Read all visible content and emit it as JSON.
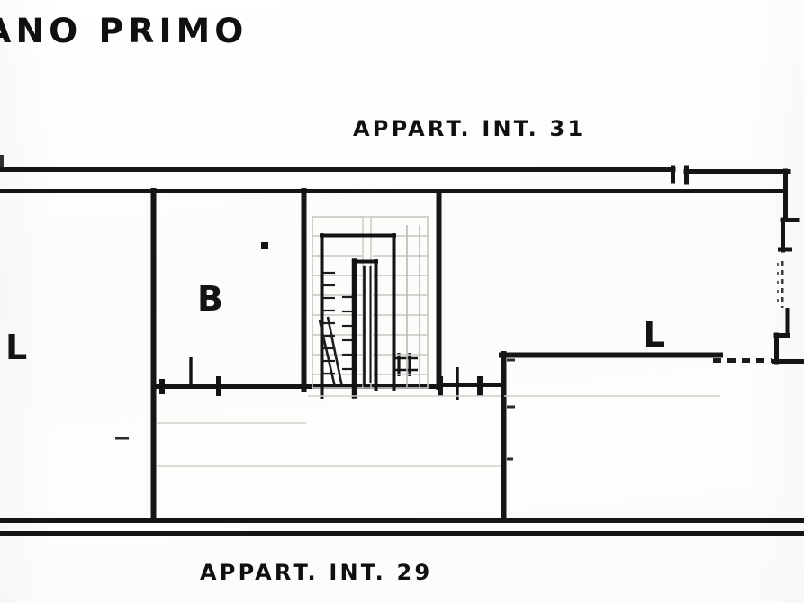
{
  "document": {
    "kind": "architectural-floor-plan-scan",
    "title": "ANO PRIMO",
    "background_color": "#fdfdfc",
    "ink_color": "#111111"
  },
  "labels": {
    "title": "ANO PRIMO",
    "apartment_top": "APPART. INT. 31",
    "apartment_bottom": "APPART. INT. 29",
    "room_b": "B",
    "room_l_left": "L",
    "room_l_right": "L"
  },
  "rooms": [
    {
      "code": "L",
      "position": "left",
      "label": "L"
    },
    {
      "code": "B",
      "position": "center-left",
      "label": "B"
    },
    {
      "code": "L",
      "position": "right",
      "label": "L"
    }
  ],
  "annotations": {
    "unit_upper": "APPART. INT. 31",
    "unit_lower": "APPART. INT. 29",
    "floor": "ANO PRIMO"
  },
  "features": {
    "stairwell": "central-stair-and-landing",
    "wall_style": "double-line-heavy-ink",
    "window_style": "dashed-segment",
    "door_style": "jamb-tick-marks"
  }
}
